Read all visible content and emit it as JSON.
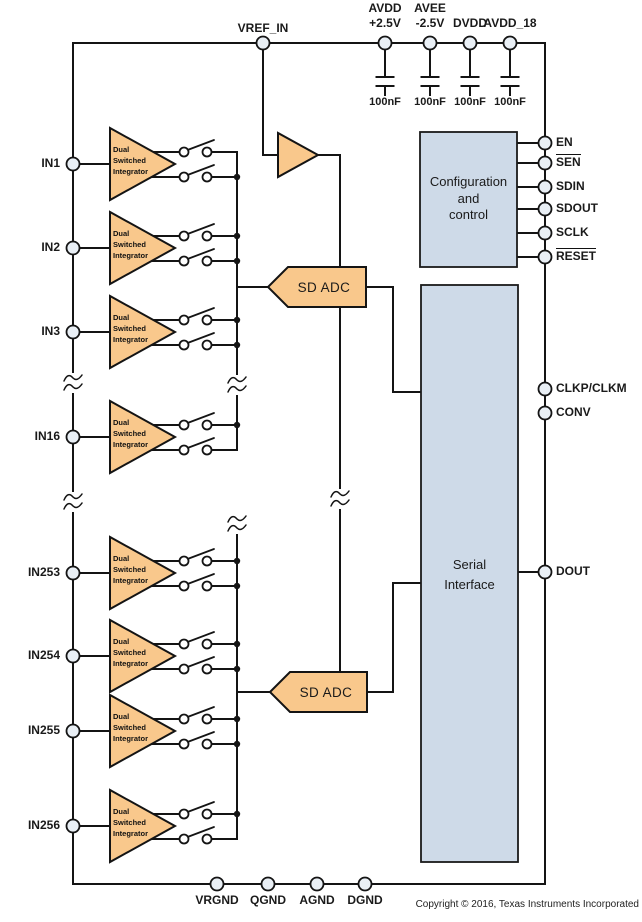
{
  "figure": {
    "copyright": "Copyright © 2016, Texas Instruments Incorporated"
  },
  "blocks": {
    "config_label": "Configuration\nand\ncontrol",
    "serial_label": "Serial\nInterface",
    "adc1_label": "SD ADC",
    "adc2_label": "SD ADC",
    "integrator_label": "Dual\nSwitched\nIntegrator"
  },
  "inputs": [
    {
      "label": "IN1"
    },
    {
      "label": "IN2"
    },
    {
      "label": "IN3"
    },
    {
      "label": "IN16"
    },
    {
      "label": "IN253"
    },
    {
      "label": "IN254"
    },
    {
      "label": "IN255"
    },
    {
      "label": "IN256"
    }
  ],
  "right_pins": [
    {
      "label": "EN",
      "overline": false
    },
    {
      "label": "SEN",
      "overline": true
    },
    {
      "label": "SDIN",
      "overline": false
    },
    {
      "label": "SDOUT",
      "overline": false
    },
    {
      "label": "SCLK",
      "overline": false
    },
    {
      "label": "RESET",
      "overline": true
    },
    {
      "label": "CLKP/CLKM",
      "overline": false
    },
    {
      "label": "CONV",
      "overline": false
    },
    {
      "label": "DOUT",
      "overline": false
    }
  ],
  "top_pins": {
    "vref": {
      "label": "VREF_IN"
    },
    "power": [
      {
        "label": "AVDD\n+2.5V",
        "cap": "100nF"
      },
      {
        "label": "AVEE\n-2.5V",
        "cap": "100nF"
      },
      {
        "label": "DVDD",
        "cap": "100nF"
      },
      {
        "label": "AVDD_18",
        "cap": "100nF"
      }
    ]
  },
  "ground_pins": [
    {
      "label": "VRGND"
    },
    {
      "label": "QGND"
    },
    {
      "label": "AGND"
    },
    {
      "label": "DGND"
    }
  ],
  "colors": {
    "accent_orange": "#F9C88C",
    "block_blue": "#CEDAE8",
    "pin_fill": "#E9EFF5",
    "line": "#141414"
  }
}
